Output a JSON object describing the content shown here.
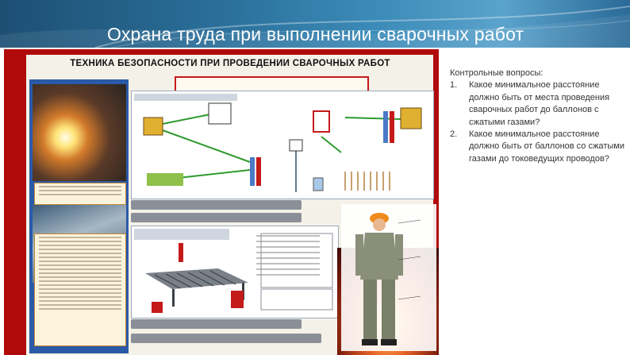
{
  "slide": {
    "title": "Охрана труда при выполнении сварочных работ"
  },
  "poster": {
    "title": "ТЕХНИКА БЕЗОПАСНОСТИ ПРИ ПРОВЕДЕНИИ СВАРОЧНЫХ РАБОТ"
  },
  "questions": {
    "heading": "Контрольные вопросы:",
    "items": [
      {
        "num": "1.",
        "text": "Какое минимальное расстояние должно быть от места проведения сварочных работ до баллонов с сжатыми газами?"
      },
      {
        "num": "2.",
        "text": "Какое минимальное расстояние должно быть от баллонов со сжатыми газами до токоведущих проводов?"
      }
    ]
  },
  "colors": {
    "header": "#2a6f9a",
    "poster_border": "#b00a0a",
    "accent_red": "#c41a1a"
  }
}
